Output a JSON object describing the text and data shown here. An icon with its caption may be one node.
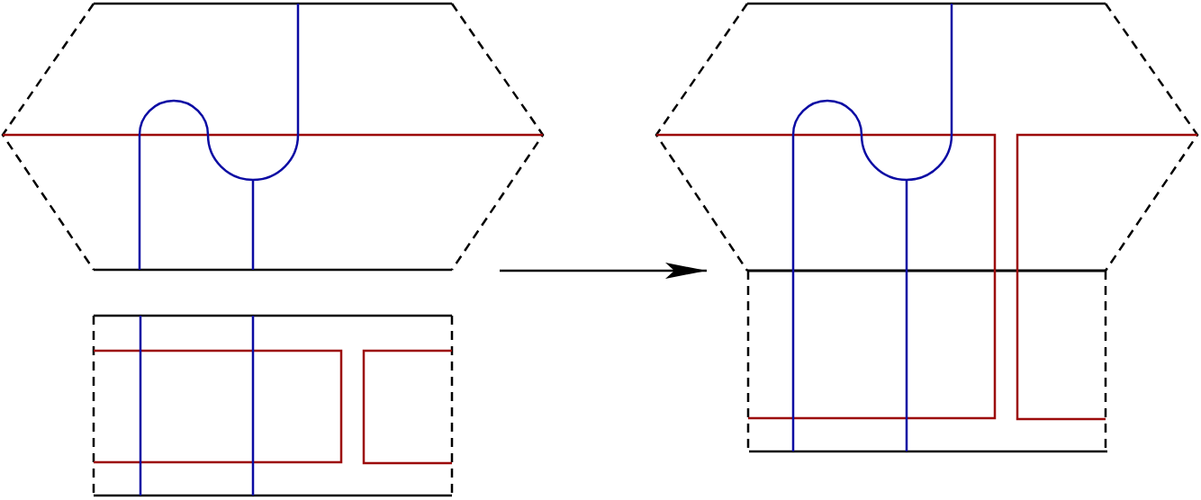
{
  "diagram": {
    "nodes": [
      {
        "text": [],
        "shape": "picture"
      },
      {
        "text": [],
        "shape": "picture"
      },
      {
        "text": [],
        "shape": "picture"
      }
    ],
    "edges": [
      {
        "from": 0,
        "to": 2,
        "arrow": "to"
      }
    ]
  }
}
